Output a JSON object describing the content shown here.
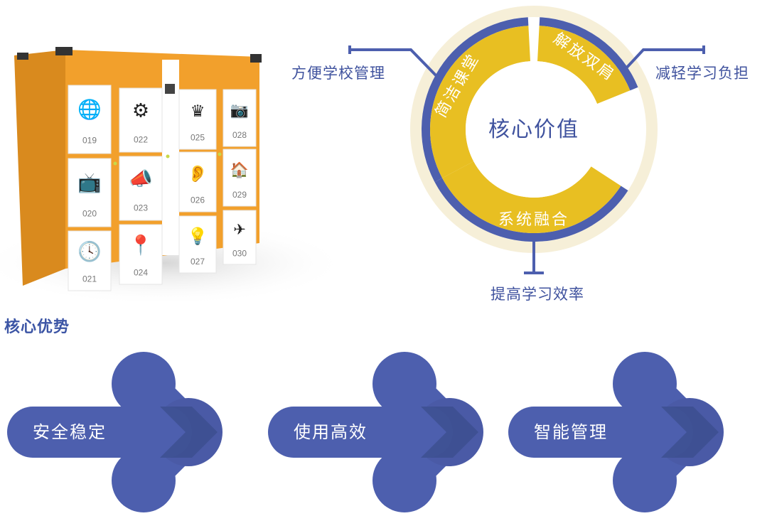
{
  "colors": {
    "orange": "#f2a02c",
    "yellow": "#e8bf22",
    "navy": "#4d5fae",
    "cream": "#f6efd8",
    "label": "#3f529e"
  },
  "locker": {
    "doors": [
      {
        "number": "019",
        "icon": "globe-icon"
      },
      {
        "number": "020",
        "icon": "tv-play-icon"
      },
      {
        "number": "021",
        "icon": "clock-icon"
      },
      {
        "number": "022",
        "icon": "gear-icon"
      },
      {
        "number": "023",
        "icon": "megaphone-icon"
      },
      {
        "number": "024",
        "icon": "location-pin-icon"
      },
      {
        "number": "025",
        "icon": "crown-icon"
      },
      {
        "number": "026",
        "icon": "ear-icon"
      },
      {
        "number": "027",
        "icon": "lightbulb-icon"
      },
      {
        "number": "028",
        "icon": "camera-icon"
      },
      {
        "number": "029",
        "icon": "garage-icon"
      },
      {
        "number": "030",
        "icon": "airplane-icon"
      }
    ]
  },
  "core_value": {
    "center": "核心价值",
    "segments": [
      "简洁课堂",
      "解放双肩",
      "系统融合"
    ],
    "labels": [
      "方便学校管理",
      "减轻学习负担",
      "提高学习效率"
    ]
  },
  "core_advantages": {
    "title": "核心优势",
    "items": [
      "安全稳定",
      "使用高效",
      "智能管理"
    ]
  }
}
